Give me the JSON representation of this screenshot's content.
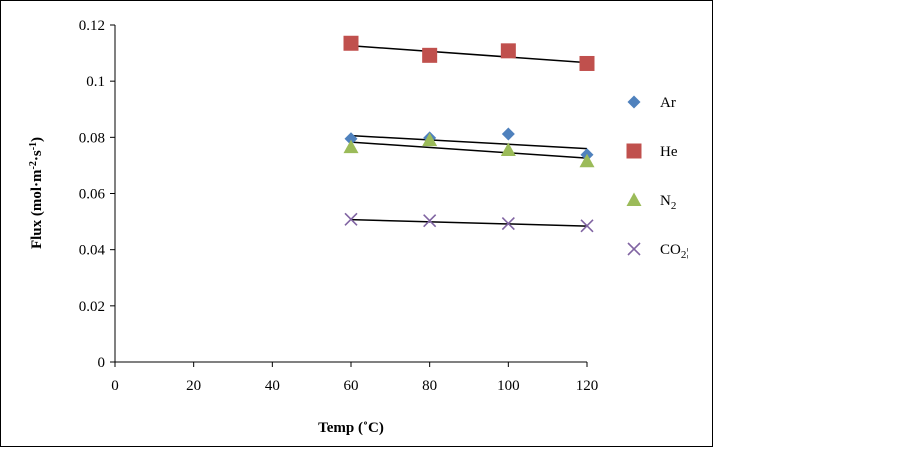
{
  "chart_data": {
    "type": "scatter",
    "title": "",
    "xlabel": "Temp (˚C)",
    "ylabel_parts": [
      "Flux (mol·m",
      "-2",
      "·s",
      "-1",
      ")"
    ],
    "xlim": [
      0,
      120
    ],
    "ylim": [
      0,
      0.12
    ],
    "x_ticks": [
      0,
      20,
      40,
      60,
      80,
      100,
      120
    ],
    "y_ticks": [
      0,
      0.02,
      0.04,
      0.06,
      0.08,
      0.1,
      0.12
    ],
    "y_tick_labels": [
      "0",
      "0.02",
      "0.04",
      "0.06",
      "0.08",
      "0.1",
      "0.12"
    ],
    "grid": false,
    "legend_position": "right",
    "series": [
      {
        "name": "Ar",
        "label_main": "Ar",
        "label_sub": "",
        "label_tail": "",
        "marker": "diamond",
        "color": "#4F81BD",
        "x": [
          60,
          80,
          100,
          120
        ],
        "y": [
          0.0795,
          0.0798,
          0.0812,
          0.0738
        ],
        "trend": [
          [
            60,
            0.0806
          ],
          [
            120,
            0.076
          ]
        ]
      },
      {
        "name": "He",
        "label_main": "He",
        "label_sub": "",
        "label_tail": "",
        "marker": "square",
        "color": "#C0504D",
        "x": [
          60,
          80,
          100,
          120
        ],
        "y": [
          0.1135,
          0.1092,
          0.1108,
          0.1063
        ],
        "trend": [
          [
            60,
            0.1126
          ],
          [
            120,
            0.1066
          ]
        ]
      },
      {
        "name": "N2",
        "label_main": "N",
        "label_sub": "2",
        "label_tail": "",
        "marker": "triangle",
        "color": "#9BBB59",
        "x": [
          60,
          80,
          100,
          120
        ],
        "y": [
          0.0765,
          0.079,
          0.0755,
          0.0715
        ],
        "trend": [
          [
            60,
            0.0783
          ],
          [
            120,
            0.0726
          ]
        ]
      },
      {
        "name": "CO2",
        "label_main": "CO",
        "label_sub": "2",
        "label_tail": "¦",
        "marker": "x",
        "color": "#8064A2",
        "x": [
          60,
          80,
          100,
          120
        ],
        "y": [
          0.0508,
          0.0503,
          0.0493,
          0.0485
        ],
        "trend": [
          [
            60,
            0.0507
          ],
          [
            120,
            0.0484
          ]
        ]
      }
    ]
  }
}
